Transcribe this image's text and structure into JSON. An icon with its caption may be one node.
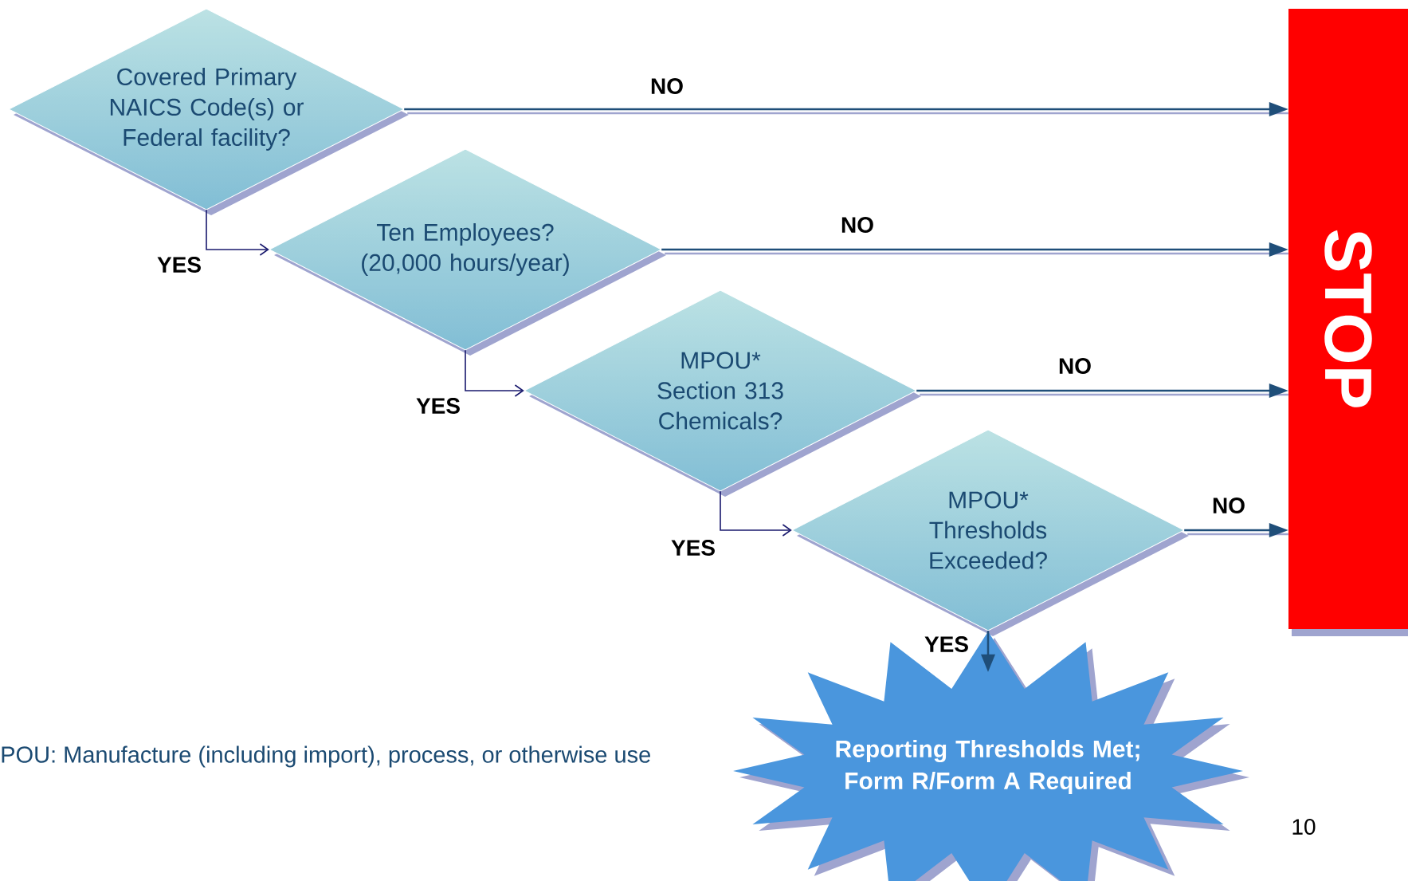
{
  "diagram": {
    "nodes": [
      {
        "text": [
          "Covered Primary NAICS Code(s) or Federal facility?"
        ]
      },
      {
        "text": [
          "Ten Employees? (20,000 hours/year)"
        ]
      },
      {
        "text": [
          "MPOU* Section 313 Chemicals?"
        ]
      },
      {
        "text": [
          "MPOU* Thresholds Exceeded?"
        ]
      },
      {
        "text": [
          "STOP"
        ]
      },
      {
        "text": [
          "Reporting Thresholds Met; Form R/Form A Required"
        ]
      }
    ],
    "edges": [
      {
        "from": 0,
        "to": 4,
        "arrow": "to",
        "label": "NO"
      },
      {
        "from": 0,
        "to": 1,
        "arrow": "to",
        "label": "YES",
        "color": "#1a1a6e"
      },
      {
        "from": 1,
        "to": 4,
        "arrow": "to",
        "label": "NO"
      },
      {
        "from": 1,
        "to": 2,
        "arrow": "to",
        "label": "YES",
        "color": "#1a1a6e"
      },
      {
        "from": 2,
        "to": 4,
        "arrow": "to",
        "label": "NO"
      },
      {
        "from": 2,
        "to": 3,
        "arrow": "to",
        "label": "YES",
        "color": "#1a1a6e"
      },
      {
        "from": 3,
        "to": 4,
        "arrow": "to",
        "label": "NO"
      },
      {
        "from": 3,
        "to": 5,
        "arrow": "to",
        "label": "YES",
        "color": "#1f4e79"
      }
    ],
    "labels": [
      "POU:  Manufacture (including import), process, or otherwise use",
      "10"
    ]
  }
}
